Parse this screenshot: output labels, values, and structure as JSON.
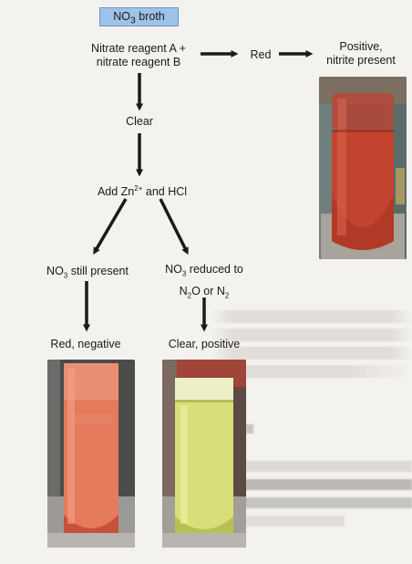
{
  "diagram": {
    "start_box": {
      "label_main": "NO",
      "label_sub": "3",
      "label_tail": " broth"
    },
    "step1": {
      "line1": "Nitrate reagent A +",
      "line2": "nitrate reagent B"
    },
    "red_label": "Red",
    "positive_nitrite": {
      "line1": "Positive,",
      "line2": "nitrite present"
    },
    "clear_label": "Clear",
    "add_zn": {
      "pre": "Add Zn",
      "sup": "2+",
      "post": " and HCl"
    },
    "no3_present": {
      "main": "NO",
      "sub": "3",
      "tail": " still present"
    },
    "no3_reduced": {
      "line1_main": "NO",
      "line1_sub": "3",
      "line1_tail": " reduced to",
      "line2_a": "N",
      "line2_a_sub": "2",
      "line2_b": "O or N",
      "line2_b_sub": "2"
    },
    "red_negative": "Red, negative",
    "clear_positive": "Clear, positive"
  },
  "colors": {
    "start_box_fill": "#9ec3e8",
    "tube_red": "#c2432e",
    "tube_orange": "#e0694a",
    "tube_yellow": "#dce27a"
  }
}
